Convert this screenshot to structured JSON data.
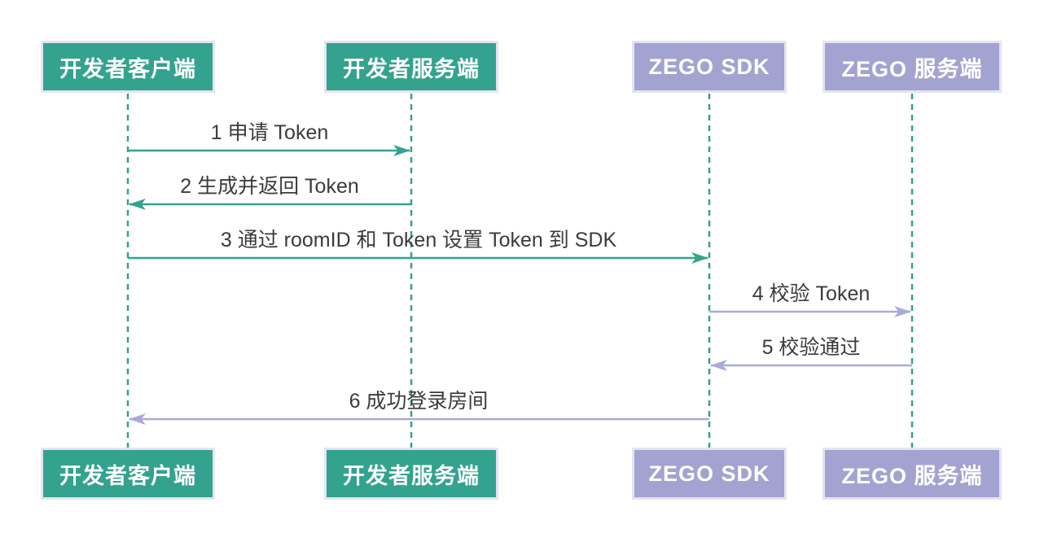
{
  "theme": {
    "green": "#33a28e",
    "purple": "#a3a3d1",
    "purple-arrow": "#a9a9dc",
    "box-border": "#e4e4f1",
    "text": "#3b3b3b",
    "background": "#ffffff"
  },
  "diagram": {
    "type": "sequence",
    "actors": [
      {
        "id": "developer-client",
        "label": "开发者客户端",
        "color": "green"
      },
      {
        "id": "developer-server",
        "label": "开发者服务端",
        "color": "green"
      },
      {
        "id": "zego-sdk",
        "label": "ZEGO SDK",
        "color": "purple"
      },
      {
        "id": "zego-server",
        "label": "ZEGO 服务端",
        "color": "purple"
      }
    ],
    "messages": [
      {
        "seq": "1",
        "label": "1 申请 Token",
        "from": "developer-client",
        "to": "developer-server",
        "direction": "right",
        "color": "green"
      },
      {
        "seq": "2",
        "label": "2 生成并返回 Token",
        "from": "developer-server",
        "to": "developer-client",
        "direction": "left",
        "color": "green"
      },
      {
        "seq": "3",
        "label": "3 通过 roomID 和 Token 设置 Token 到 SDK",
        "from": "developer-client",
        "to": "zego-sdk",
        "direction": "right",
        "color": "green"
      },
      {
        "seq": "4",
        "label": "4 校验 Token",
        "from": "zego-sdk",
        "to": "zego-server",
        "direction": "right",
        "color": "purple"
      },
      {
        "seq": "5",
        "label": "5 校验通过",
        "from": "zego-server",
        "to": "zego-sdk",
        "direction": "left",
        "color": "purple"
      },
      {
        "seq": "6",
        "label": "6 成功登录房间",
        "from": "zego-sdk",
        "to": "developer-client",
        "direction": "left",
        "color": "purple"
      }
    ]
  }
}
